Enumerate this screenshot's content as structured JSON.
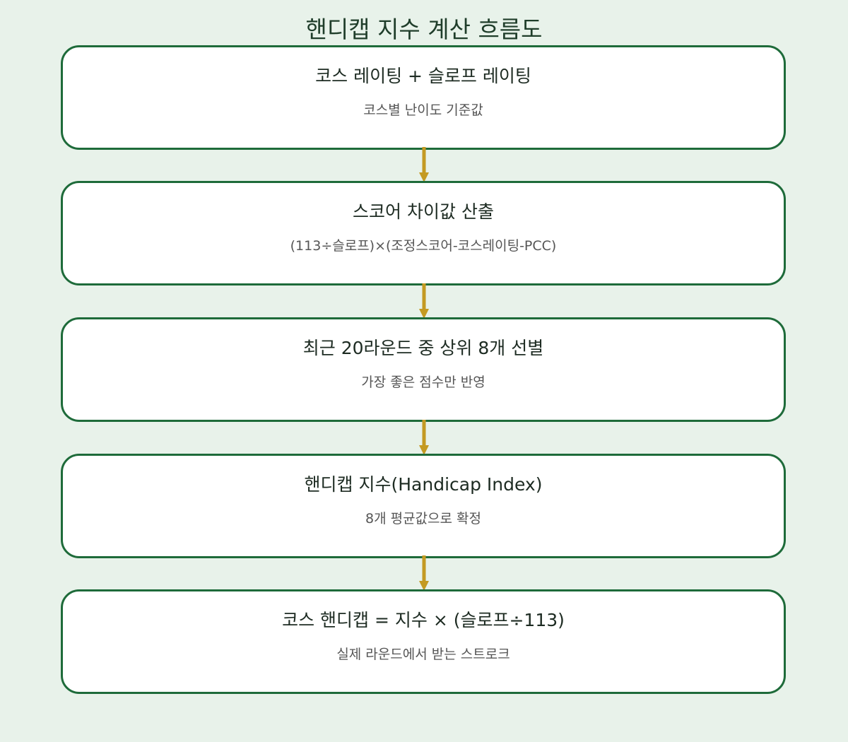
{
  "diagram": {
    "title": "핸디캡 지수 계산 흐름도",
    "steps": [
      {
        "title": "코스 레이팅 + 슬로프 레이팅",
        "subtitle": "코스별 난이도 기준값"
      },
      {
        "title": "스코어 차이값 산출",
        "subtitle": "(113÷슬로프)×(조정스코어-코스레이팅-PCC)"
      },
      {
        "title": "최근 20라운드 중 상위 8개 선별",
        "subtitle": "가장 좋은 점수만 반영"
      },
      {
        "title": "핸디캡 지수(Handicap Index)",
        "subtitle": "8개 평균값으로 확정"
      },
      {
        "title": "코스 핸디캡 = 지수 × (슬로프÷113)",
        "subtitle": "실제 라운드에서 받는 스트로크"
      }
    ],
    "colors": {
      "background": "#e8f2ea",
      "box_border": "#1e6b3a",
      "arrow": "#c49a22"
    }
  }
}
